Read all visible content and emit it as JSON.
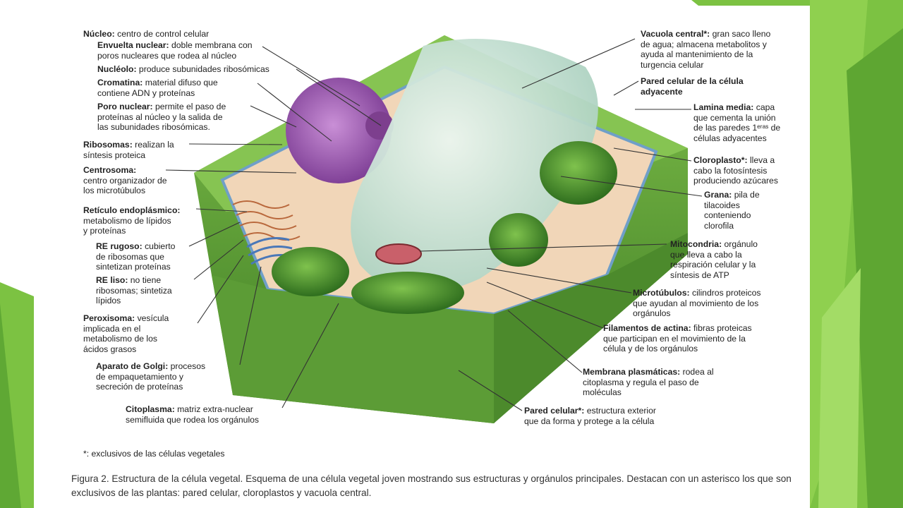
{
  "colors": {
    "accent_green": "#7cc242",
    "dark_green": "#4e9a2a",
    "light_green": "#a9d86a",
    "wall_green": "#5f9f3a",
    "nucleus": "#9a5ab0",
    "vacuole": "#cfe6dc"
  },
  "labels_left": [
    {
      "id": "nucleo",
      "name": "Núcleo",
      "desc": [
        "centro de control celular"
      ]
    },
    {
      "id": "envuelta",
      "name": "Envuelta nuclear",
      "desc": [
        "doble membrana con",
        "poros nucleares que rodea al núcleo"
      ]
    },
    {
      "id": "nucleolo",
      "name": "Nucléolo",
      "desc": [
        "produce subunidades ribosómicas"
      ]
    },
    {
      "id": "cromatina",
      "name": "Cromatina",
      "desc": [
        "material difuso que",
        "contiene ADN y proteínas"
      ]
    },
    {
      "id": "poro",
      "name": "Poro nuclear",
      "desc": [
        "permite el paso de",
        "proteínas al núcleo y la salida de",
        "las subunidades ribosómicas."
      ]
    },
    {
      "id": "ribosomas",
      "name": "Ribosomas",
      "desc": [
        "realizan la",
        "síntesis proteica"
      ]
    },
    {
      "id": "centrosoma",
      "name": "Centrosoma",
      "desc": [
        "",
        "centro organizador de",
        "los microtúbulos"
      ]
    },
    {
      "id": "reticulo",
      "name": "Retículo endoplásmico",
      "desc": [
        "",
        "metabolismo de lípidos",
        "y proteínas"
      ]
    },
    {
      "id": "re_rugoso",
      "name": "RE rugoso",
      "desc": [
        "cubierto",
        "de ribosomas que",
        "sintetizan proteínas"
      ]
    },
    {
      "id": "re_liso",
      "name": "RE liso",
      "desc": [
        "no tiene",
        "ribosomas; sintetiza",
        "lípidos"
      ]
    },
    {
      "id": "peroxisoma",
      "name": "Peroxisoma",
      "desc": [
        "vesícula",
        "implicada en el",
        "metabolismo de los",
        "ácidos grasos"
      ]
    },
    {
      "id": "golgi",
      "name": "Aparato de Golgi",
      "desc": [
        "procesos",
        "de empaquetamiento y",
        "secreción de proteínas"
      ]
    },
    {
      "id": "citoplasma",
      "name": "Citoplasma",
      "desc": [
        "matriz extra-nuclear",
        "semifluida que rodea los orgánulos"
      ]
    }
  ],
  "labels_right": [
    {
      "id": "vacuola",
      "name": "Vacuola central*",
      "desc": [
        "gran saco lleno",
        "de agua; almacena metabolitos y",
        "ayuda al mantenimiento de la",
        "turgencia celular"
      ]
    },
    {
      "id": "pared_ady",
      "name": "Pared celular de la célula",
      "desc": [
        "adyacente"
      ]
    },
    {
      "id": "lamina",
      "name": "Lamina media",
      "desc": [
        "capa",
        "que cementa la unión",
        "de las paredes 1ᵉʳᵃˢ de",
        "células adyacentes"
      ]
    },
    {
      "id": "cloroplasto",
      "name": "Cloroplasto*",
      "desc": [
        "lleva a",
        "cabo la fotosíntesis",
        "produciendo azúcares"
      ]
    },
    {
      "id": "grana",
      "name": "Grana",
      "desc": [
        "pila de",
        "tilacoides",
        "conteniendo",
        "clorofila"
      ]
    },
    {
      "id": "mitocondria",
      "name": "Mitocondria",
      "desc": [
        "orgánulo",
        "que lleva a cabo la",
        "respiración celular y la",
        "síntesis de ATP"
      ]
    },
    {
      "id": "microtubulos",
      "name": "Microtúbulos",
      "desc": [
        "cilindros proteicos",
        "que ayudan al movimiento de los",
        "orgánulos"
      ]
    },
    {
      "id": "filamentos",
      "name": "Filamentos de actina",
      "desc": [
        "fibras proteicas",
        "que participan en el movimiento de la",
        "célula y de los orgánulos"
      ]
    },
    {
      "id": "membrana",
      "name": "Membrana plasmáticas",
      "desc": [
        "rodea al",
        "citoplasma y regula el paso de",
        "moléculas"
      ]
    },
    {
      "id": "pared",
      "name": "Pared celular*",
      "desc": [
        "estructura exterior",
        "que da forma y protege a la célula"
      ]
    }
  ],
  "footnote": "*: exclusivos de las células vegetales",
  "caption": "Figura 2. Estructura de la célula vegetal. Esquema de una célula vegetal joven mostrando sus estructuras y orgánulos principales. Destacan con un asterisco los que son exclusivos de las plantas: pared celular, cloroplastos y vacuola central."
}
